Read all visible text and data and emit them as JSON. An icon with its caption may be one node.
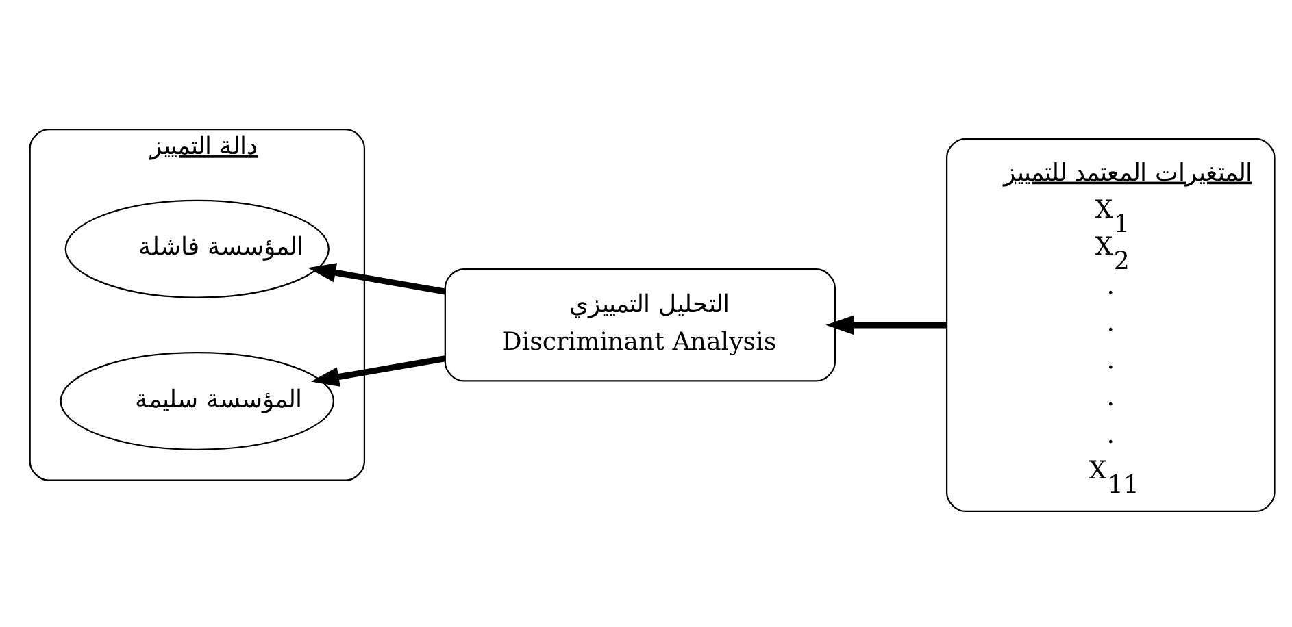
{
  "diagram": {
    "nodes": [
      {
        "text": [
          "دالة التمييز"
        ]
      },
      {
        "text": [
          "المؤسسة فاشلة"
        ],
        "in": 0
      },
      {
        "text": [
          "المؤسسة سليمة"
        ],
        "in": 0
      },
      {
        "text": [
          "التحليل التمييزي",
          "Discriminant Analysis"
        ]
      },
      {
        "text": [
          "المتغيرات المعتمد للتمييز",
          "X$_{1}$",
          "X$_{2}$",
          ".",
          ".",
          ".",
          ".",
          ".",
          "X$_{11}$"
        ]
      }
    ],
    "edges": [
      {
        "from": 4,
        "to": 3,
        "arrow": "to"
      },
      {
        "from": 3,
        "to": 1,
        "arrow": "to"
      },
      {
        "from": 3,
        "to": 2,
        "arrow": "to"
      }
    ]
  }
}
